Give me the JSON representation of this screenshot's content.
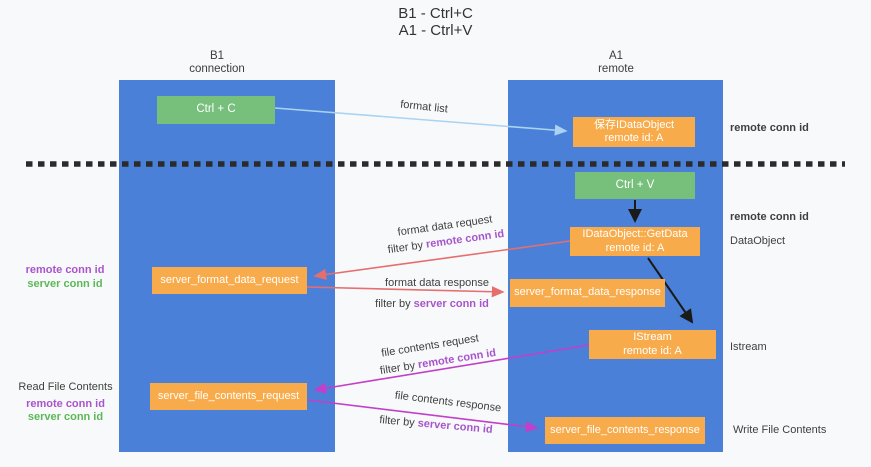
{
  "title": {
    "line1": "B1 - Ctrl+C",
    "line2": "A1 - Ctrl+V"
  },
  "lanes": {
    "left": {
      "name": "B1",
      "role": "connection"
    },
    "right": {
      "name": "A1",
      "role": "remote"
    }
  },
  "nodes": {
    "ctrl_c": "Ctrl + C",
    "ctrl_v": "Ctrl + V",
    "save_dataobject": {
      "title": "保存IDataObject",
      "subtitle": "remote id: A"
    },
    "getdata": {
      "title": "IDataObject::GetData",
      "subtitle": "remote id: A"
    },
    "istream": {
      "title": "IStream",
      "subtitle": "remote id: A"
    },
    "format_request": "server_format_data_request",
    "format_response": "server_format_data_response",
    "file_request": "server_file_contents_request",
    "file_response": "server_file_contents_response"
  },
  "arrow_labels": {
    "format_list": "format list",
    "format_data_request": "format data request",
    "format_data_response": "format data response",
    "file_contents_request": "file contents request",
    "file_contents_response": "file contents response",
    "filter_by": "filter by ",
    "remote_conn_id": "remote conn id",
    "server_conn_id": "server conn id"
  },
  "side_labels": {
    "remote_conn_id": "remote conn id",
    "server_conn_id": "server conn id",
    "dataobject": "DataObject",
    "istream": "Istream",
    "read_file_contents": "Read File Contents",
    "write_file_contents": "Write File Contents"
  },
  "colors": {
    "lane_blue": "#4a80d8",
    "box_orange": "#f8ab4b",
    "box_green": "#76c07c",
    "arrow_light_blue": "#a9d3f2",
    "arrow_red": "#e66e6e",
    "arrow_magenta": "#c23fc9",
    "arrow_black": "#1a1a1a",
    "text_purple": "#a855cc",
    "text_green": "#5cb857"
  }
}
